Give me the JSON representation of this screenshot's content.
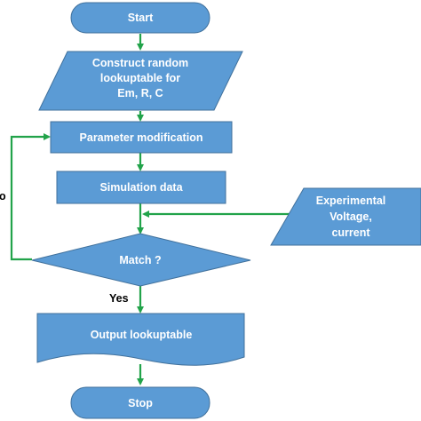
{
  "diagram": {
    "colors": {
      "node_fill": "#5b9bd5",
      "node_stroke": "#41719c",
      "edge": "#22a34a"
    },
    "nodes": {
      "start": "Start",
      "construct": [
        "Construct random",
        "lookuptable for",
        "Em, R, C"
      ],
      "param_mod": "Parameter modification",
      "sim_data": "Simulation data",
      "experimental": [
        "Experimental",
        "Voltage,",
        "current"
      ],
      "match": "Match ?",
      "output": "Output lookuptable",
      "stop": "Stop"
    },
    "edge_labels": {
      "yes": "Yes",
      "no_partial": "o"
    }
  }
}
